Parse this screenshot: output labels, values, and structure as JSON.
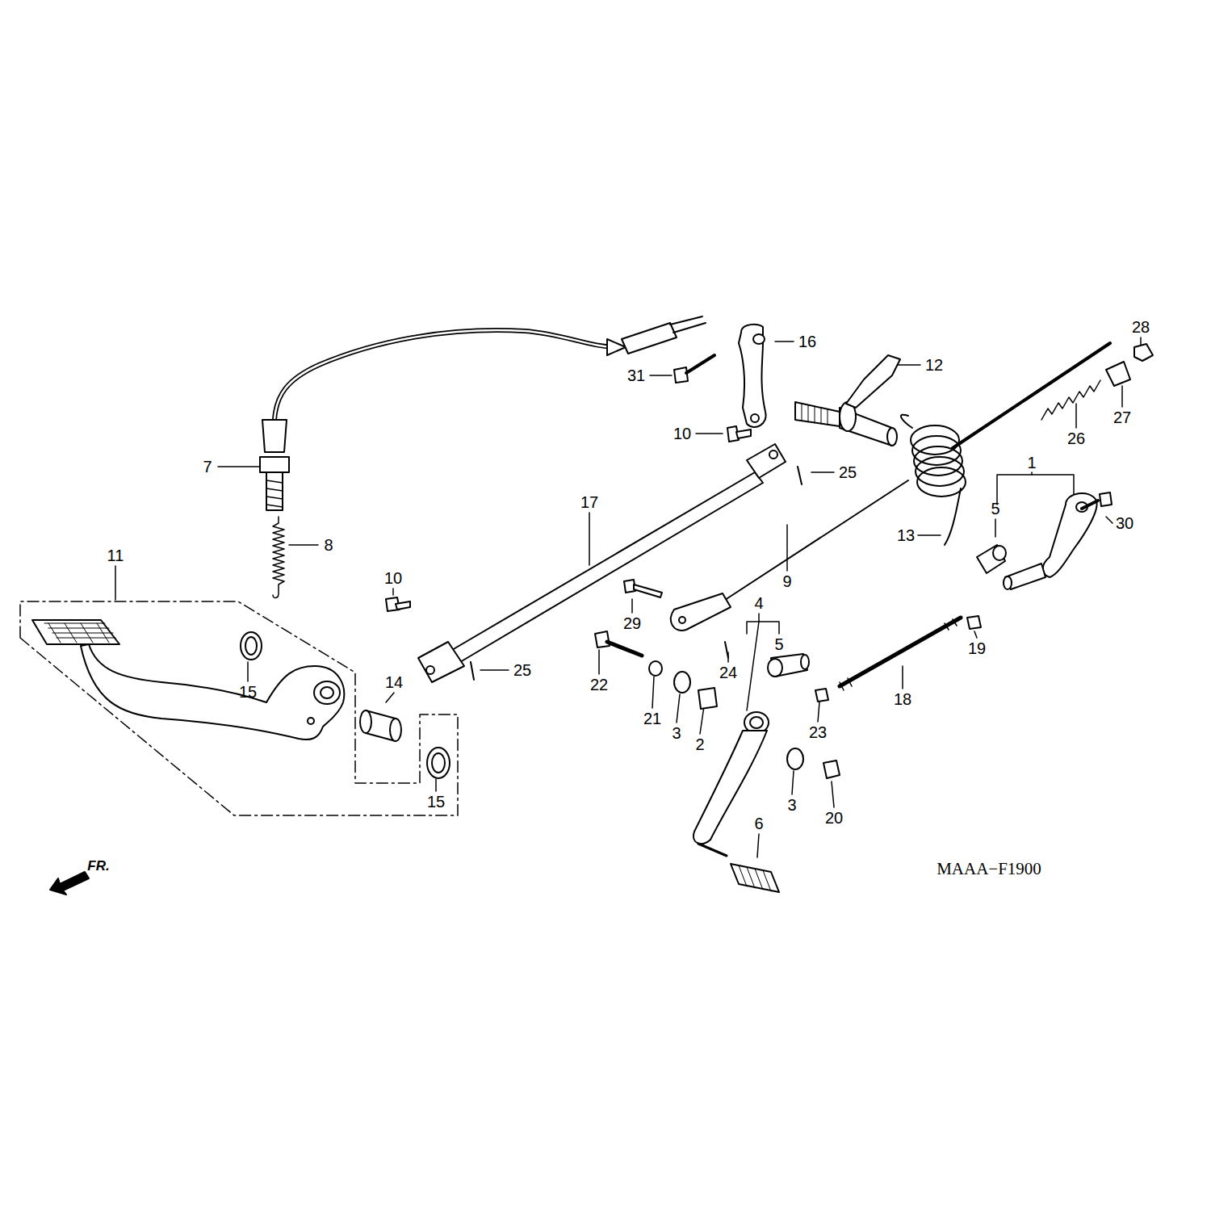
{
  "diagram": {
    "labels": [
      "28",
      "16",
      "12",
      "31",
      "27",
      "26",
      "10",
      "25",
      "1",
      "7",
      "17",
      "5",
      "30",
      "13",
      "8",
      "11",
      "9",
      "10",
      "4",
      "29",
      "5",
      "19",
      "25",
      "15",
      "14",
      "22",
      "24",
      "18",
      "21",
      "3",
      "2",
      "23",
      "3",
      "15",
      "20",
      "6",
      "FR.",
      "MAAA−F1900"
    ]
  }
}
